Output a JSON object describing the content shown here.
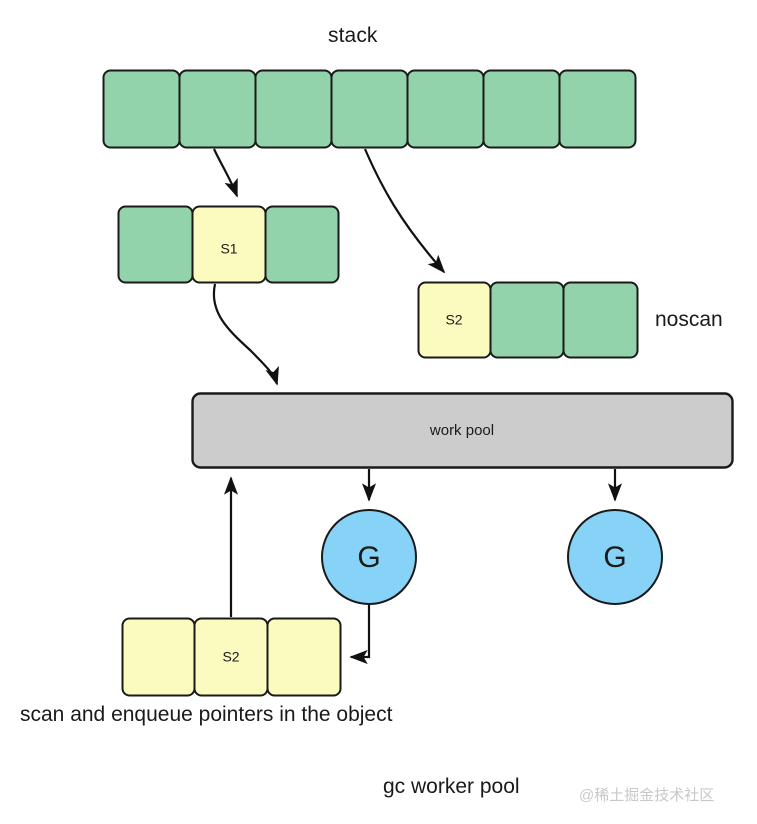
{
  "diagram": {
    "title": "stack",
    "labels": {
      "noscan": "noscan",
      "caption": "scan and enqueue pointers in the object",
      "footer": "gc worker pool",
      "watermark": "@稀土掘金技术社区"
    },
    "colors": {
      "green": "#93d3ab",
      "yellow": "#fbfbc0",
      "blue": "#87d3f8",
      "gray": "#cccccc",
      "stroke": "#1a1a1a",
      "background": "#ffffff",
      "watermark": "#c8c8c8"
    },
    "stack_row": {
      "name": "stack",
      "cells": [
        {
          "label": "",
          "color": "green"
        },
        {
          "label": "",
          "color": "green"
        },
        {
          "label": "",
          "color": "green"
        },
        {
          "label": "",
          "color": "green"
        },
        {
          "label": "",
          "color": "green"
        },
        {
          "label": "",
          "color": "green"
        },
        {
          "label": "",
          "color": "green"
        }
      ]
    },
    "s1_object": {
      "name": "s1-object",
      "cells": [
        {
          "label": "",
          "color": "green"
        },
        {
          "label": "S1",
          "color": "yellow"
        },
        {
          "label": "",
          "color": "green"
        }
      ]
    },
    "s2_object": {
      "name": "s2-object-noscan",
      "cells": [
        {
          "label": "S2",
          "color": "yellow"
        },
        {
          "label": "",
          "color": "green"
        },
        {
          "label": "",
          "color": "green"
        }
      ]
    },
    "work_pool": {
      "label": "work pool",
      "color": "gray"
    },
    "workers": [
      {
        "label": "G",
        "color": "blue"
      },
      {
        "label": "G",
        "color": "blue"
      }
    ],
    "scanned_object": {
      "name": "scanned-s2-object",
      "cells": [
        {
          "label": "",
          "color": "yellow"
        },
        {
          "label": "S2",
          "color": "yellow"
        },
        {
          "label": "",
          "color": "yellow"
        }
      ]
    },
    "arrows": [
      {
        "name": "stack-to-s1",
        "from": "stack-cell-3",
        "to": "s1-object"
      },
      {
        "name": "stack-to-s2",
        "from": "stack-cell-4",
        "to": "s2-object"
      },
      {
        "name": "s1-to-work-pool",
        "from": "s1-object",
        "to": "work-pool"
      },
      {
        "name": "work-pool-to-worker-1",
        "from": "work-pool",
        "to": "worker-1"
      },
      {
        "name": "work-pool-to-worker-2",
        "from": "work-pool",
        "to": "worker-2"
      },
      {
        "name": "worker-1-to-scanned-object",
        "from": "worker-1",
        "to": "scanned-object"
      },
      {
        "name": "scanned-object-to-work-pool",
        "from": "scanned-object",
        "to": "work-pool"
      }
    ]
  }
}
